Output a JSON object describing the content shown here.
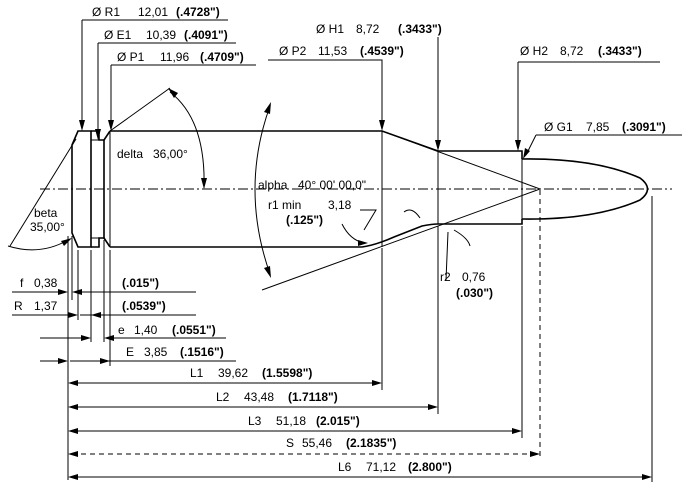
{
  "labels": {
    "R1": {
      "name": "Ø R1",
      "metric": "12,01",
      "imperial": "(.4728\")"
    },
    "E1": {
      "name": "Ø E1",
      "metric": "10,39",
      "imperial": "(.4091\")"
    },
    "P1": {
      "name": "Ø P1",
      "metric": "11,96",
      "imperial": "(.4709\")"
    },
    "H1": {
      "name": "Ø H1",
      "metric": "8,72",
      "imperial": "(.3433\")"
    },
    "P2": {
      "name": "Ø P2",
      "metric": "11,53",
      "imperial": "(.4539\")"
    },
    "H2": {
      "name": "Ø H2",
      "metric": "8,72",
      "imperial": "(.3433\")"
    },
    "G1": {
      "name": "Ø G1",
      "metric": "7,85",
      "imperial": "(.3091\")"
    },
    "delta": {
      "name": "delta",
      "value": "36,00°"
    },
    "alpha": {
      "name": "alpha",
      "value": "40° 00' 00,0\""
    },
    "beta": {
      "name": "beta",
      "value": "35,00°"
    },
    "r1": {
      "name": "r1 min",
      "metric": "3,18",
      "imperial": "(.125\")"
    },
    "r2": {
      "name": "r2",
      "metric": "0,76",
      "imperial": "(.030\")"
    },
    "f": {
      "name": "f",
      "metric": "0,38",
      "imperial": "(.015\")"
    },
    "R": {
      "name": "R",
      "metric": "1,37",
      "imperial": "(.0539\")"
    },
    "e": {
      "name": "e",
      "metric": "1,40",
      "imperial": "(.0551\")"
    },
    "E": {
      "name": "E",
      "metric": "3,85",
      "imperial": "(.1516\")"
    },
    "L1": {
      "name": "L1",
      "metric": "39,62",
      "imperial": "(1.5598\")"
    },
    "L2": {
      "name": "L2",
      "metric": "43,48",
      "imperial": "(1.7118\")"
    },
    "L3": {
      "name": "L3",
      "metric": "51,18",
      "imperial": "(2.015\")"
    },
    "S": {
      "name": "S",
      "metric": "55,46",
      "imperial": "(2.1835\")"
    },
    "L6": {
      "name": "L6",
      "metric": "71,12",
      "imperial": "(2.800\")"
    }
  }
}
